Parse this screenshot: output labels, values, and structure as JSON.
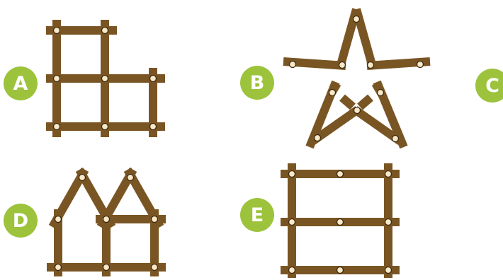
{
  "colors": {
    "stick": "#7a5524",
    "nail_fill": "#f7e8c8",
    "nail_stroke": "#3c2a10",
    "badge": "#9cc33b"
  },
  "figures": [
    {
      "label": "A",
      "shape": "three-squares-L"
    },
    {
      "label": "B",
      "shape": "star"
    },
    {
      "label": "C",
      "shape": "hidden"
    },
    {
      "label": "D",
      "shape": "double-peak-house"
    },
    {
      "label": "E",
      "shape": "two-rectangles-stacked"
    }
  ]
}
